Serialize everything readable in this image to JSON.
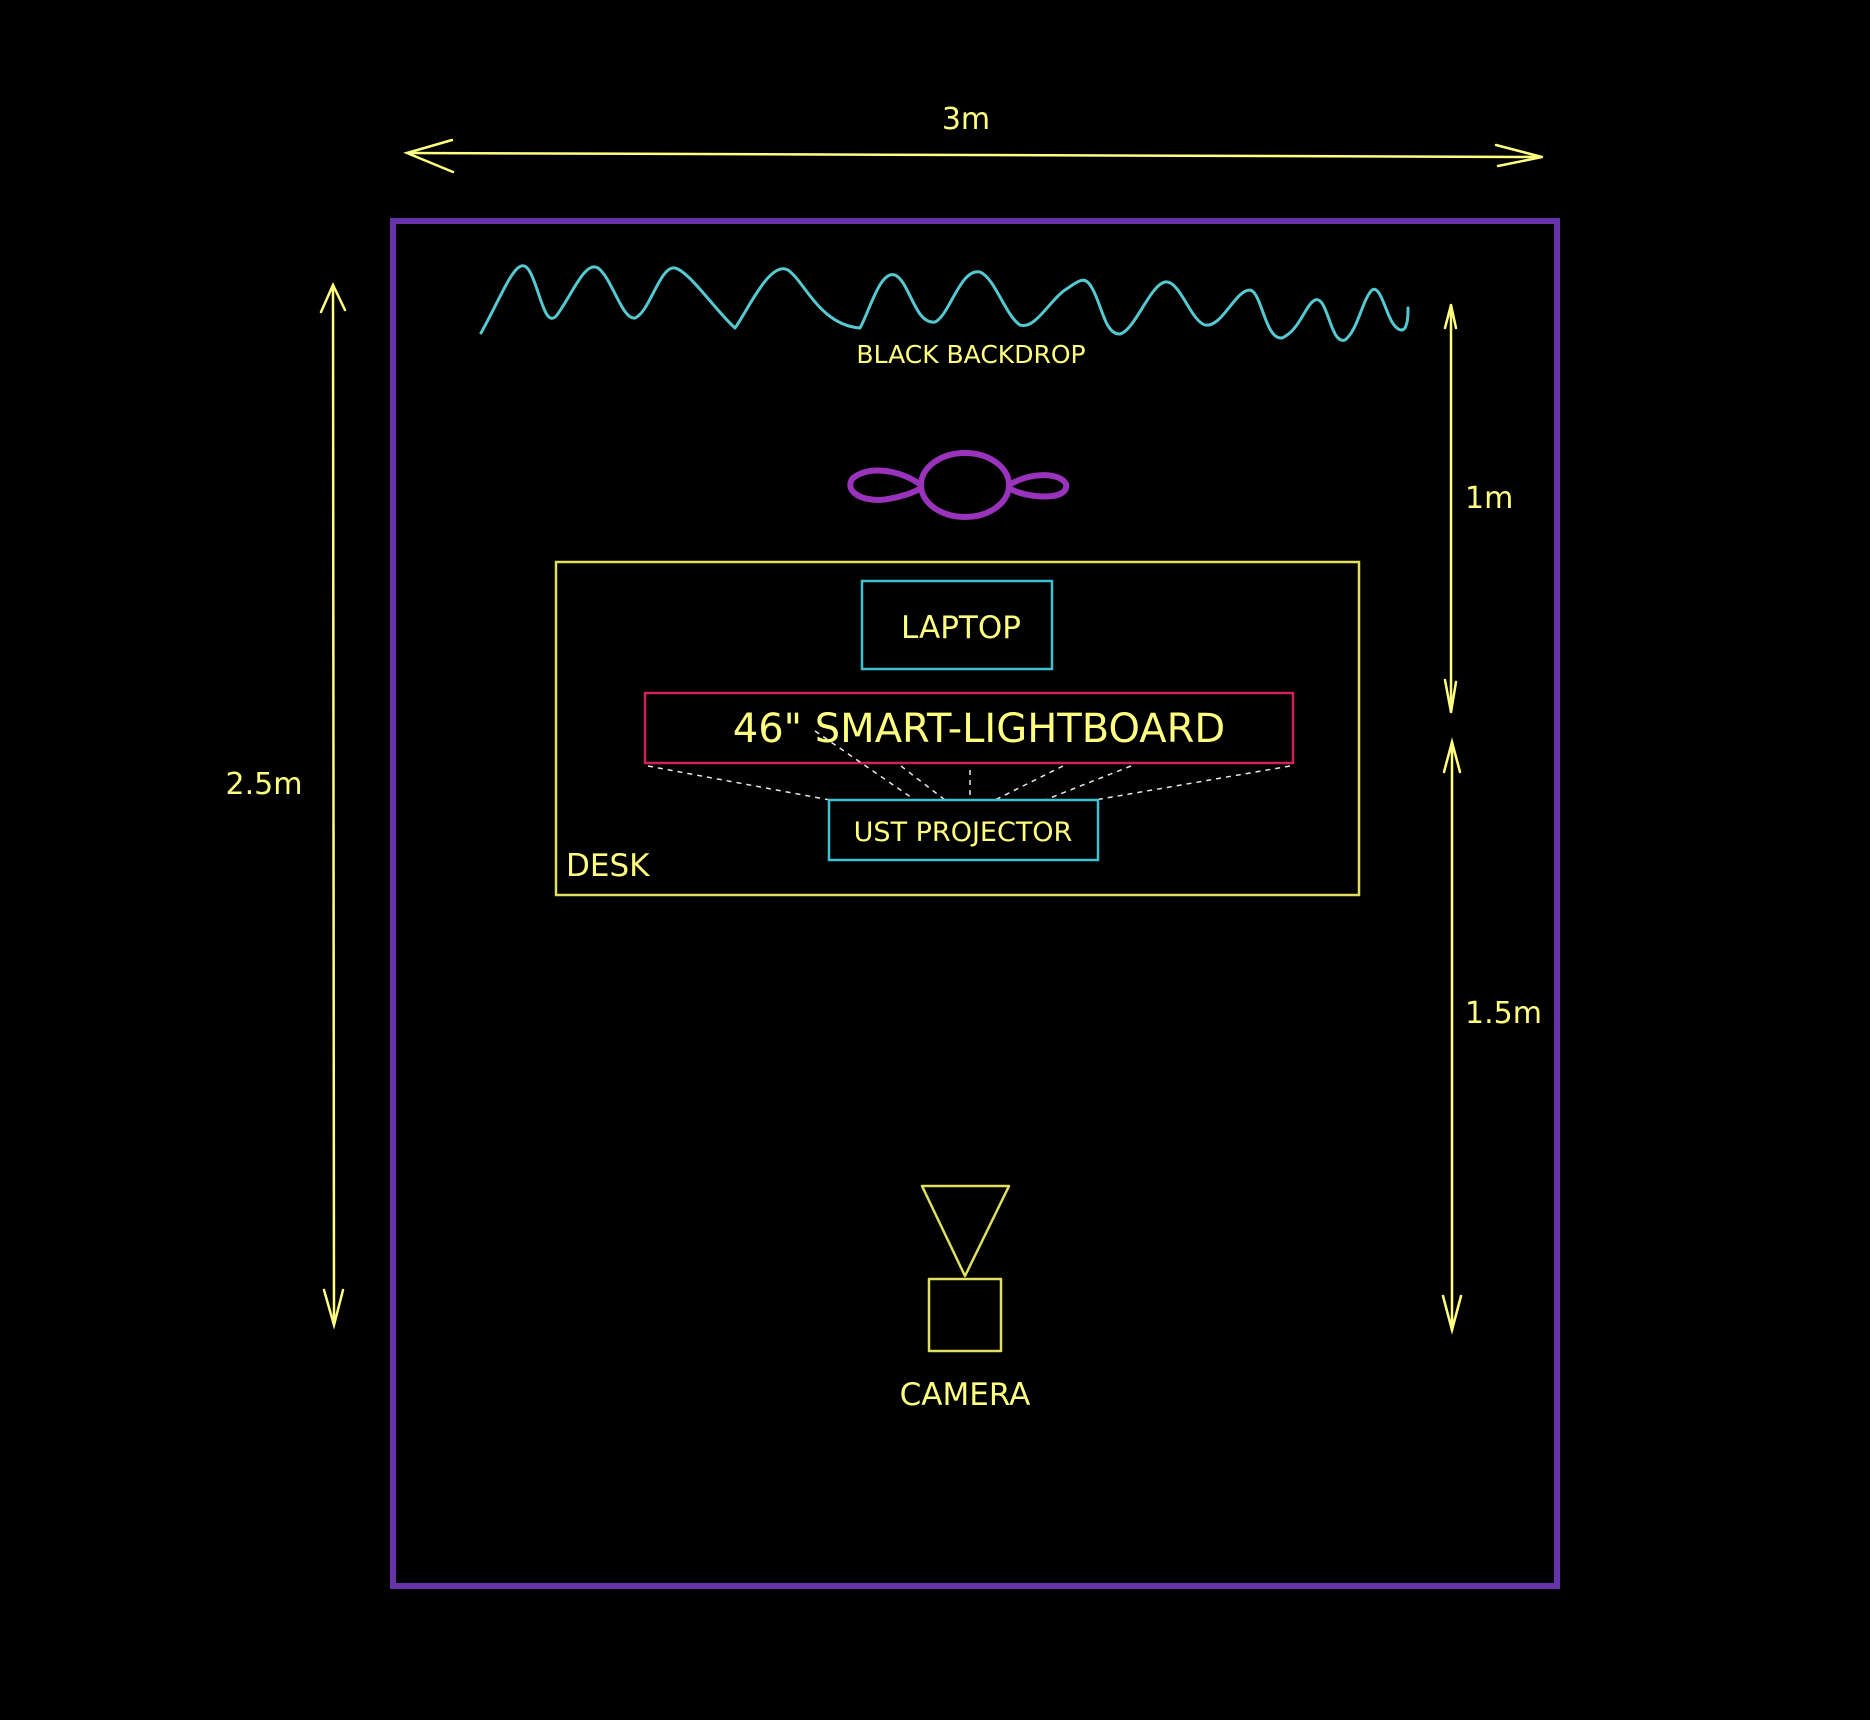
{
  "labels": {
    "width_dim": "3m",
    "height_dim": "2.5m",
    "back_dim": "1m",
    "front_dim": "1.5m",
    "backdrop": "BLACK BACKDROP",
    "laptop": "LAPTOP",
    "lightboard": "46\" SMART-LIGHTBOARD",
    "projector": "UST PROJECTOR",
    "desk": "DESK",
    "camera": "CAMERA"
  },
  "colors": {
    "background": "#000000",
    "room_border": "#6633aa",
    "label_text": "#ffff80",
    "backdrop_line": "#55c8d0",
    "presenter": "#9933bb",
    "lightboard_border": "#d02060",
    "laptop_border": "#40c0d0",
    "desk_border": "#e0e060"
  },
  "icons": {
    "presenter": "person-top-view-icon",
    "camera": "camera-icon"
  }
}
